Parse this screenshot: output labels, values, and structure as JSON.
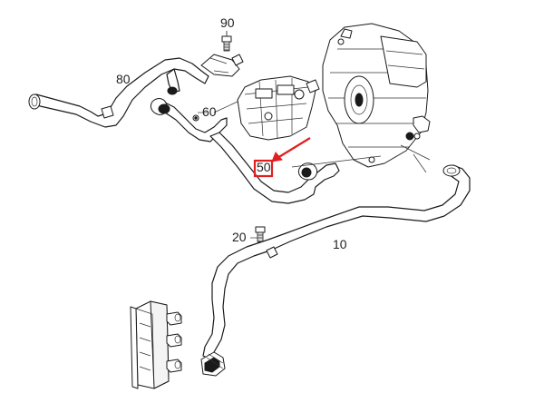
{
  "labels": {
    "part_90": "90",
    "part_80": "80",
    "part_60": "60",
    "part_50": "50",
    "part_20": "20",
    "part_10": "10"
  },
  "highlight": {
    "color": "#e02020",
    "target": "part_50"
  }
}
